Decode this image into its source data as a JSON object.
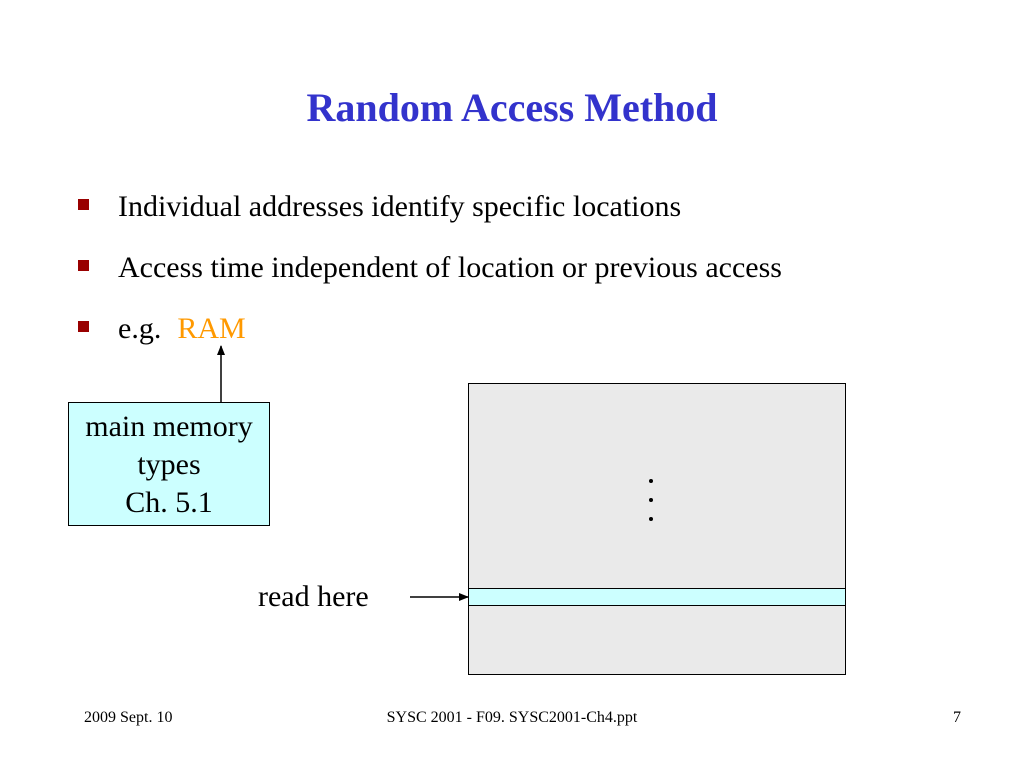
{
  "slide": {
    "title": "Random Access Method",
    "bullets": [
      {
        "text": "Individual addresses identify specific locations"
      },
      {
        "text": "Access time independent of location or previous access"
      },
      {
        "text": "e.g.",
        "highlight": "RAM"
      }
    ],
    "callout": {
      "lines": [
        "main memory",
        "types",
        "Ch. 5.1"
      ]
    },
    "diagram": {
      "pointer_label": "read here"
    },
    "footer": {
      "date": "2009 Sept. 10",
      "center": "SYSC 2001 - F09. SYSC2001-Ch4.ppt",
      "page": "7"
    },
    "colors": {
      "title": "#3333cc",
      "bullet_marker": "#990000",
      "highlight": "#ff9900",
      "callout_fill": "#ccffff",
      "memory_fill": "#eaeaea"
    }
  }
}
